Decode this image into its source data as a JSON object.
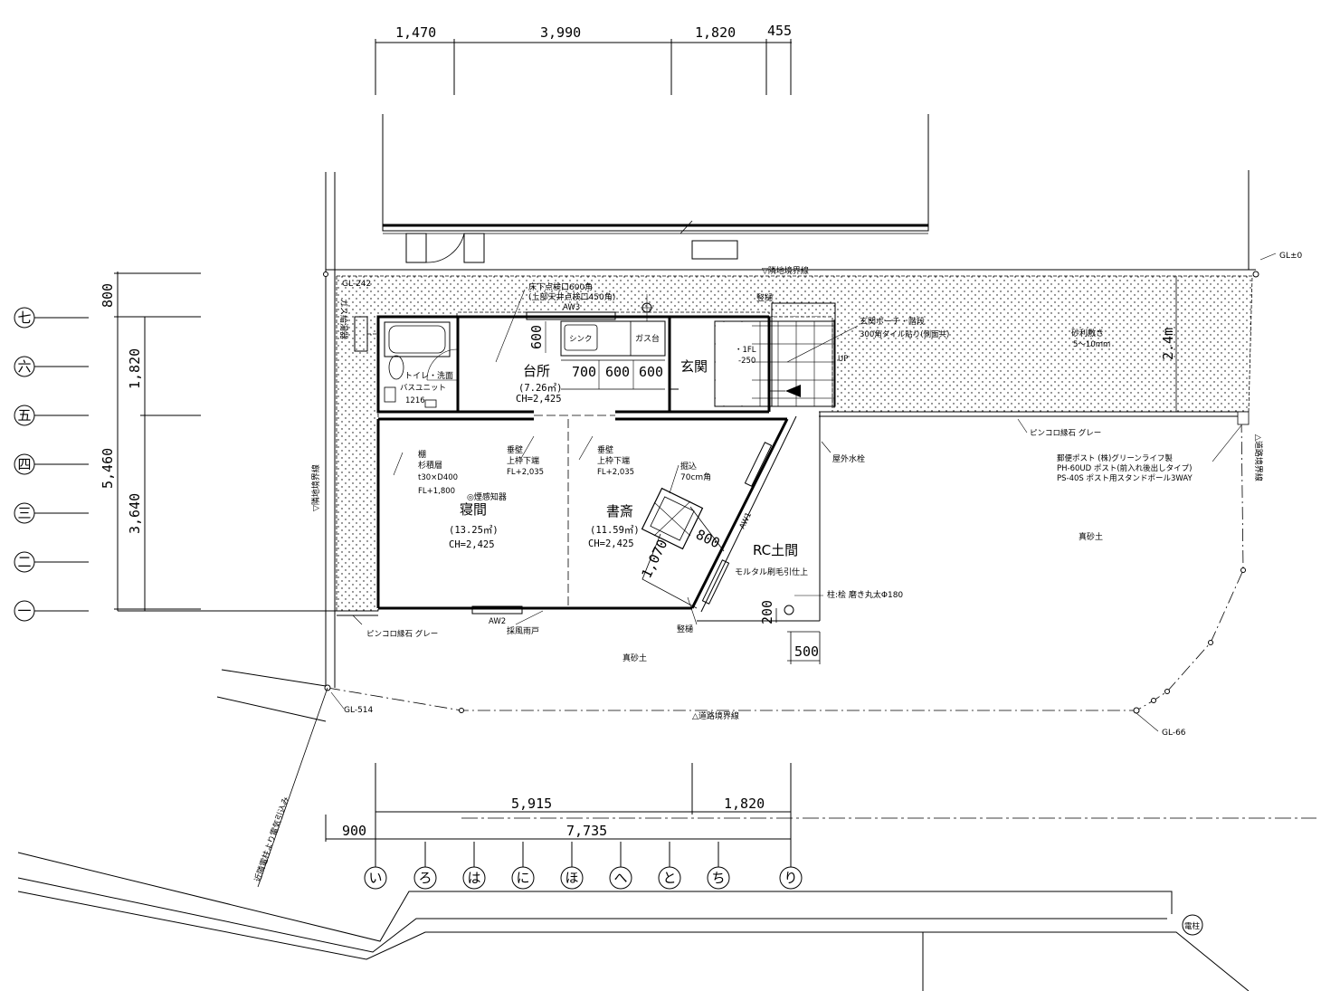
{
  "dimensions_top": [
    "1,470",
    "3,990",
    "1,820",
    "455"
  ],
  "dimensions_left_outer": "5,460",
  "dimensions_left_inner": [
    "800",
    "1,820",
    "3,640"
  ],
  "dimensions_bottom_upper": [
    "5,915",
    "1,820"
  ],
  "dimensions_bottom_lower": [
    "900",
    "7,735"
  ],
  "row_axes": [
    "七",
    "六",
    "五",
    "四",
    "三",
    "二",
    "一"
  ],
  "col_axes": [
    "い",
    "ろ",
    "は",
    "に",
    "ほ",
    "へ",
    "と",
    "ち",
    "り"
  ],
  "rooms": {
    "kitchen": {
      "name": "台所",
      "area": "(7.26㎡)",
      "ch": "CH=2,425"
    },
    "bedroom": {
      "name": "寝間",
      "area": "(13.25㎡)",
      "ch": "CH=2,425"
    },
    "study": {
      "name": "書斎",
      "area": "(11.59㎡)",
      "ch": "CH=2,425"
    },
    "entrance": {
      "name": "玄関"
    },
    "doma": {
      "name": "RC土間",
      "finish": "モルタル刷毛引仕上"
    }
  },
  "labels": {
    "gl_242": "GL-242",
    "gl_0": "GL±0",
    "gl_514": "GL-514",
    "gl_66": "GL-66",
    "neighbor_boundary_top": "▽隣地境界線",
    "neighbor_boundary_left": "▽隣地境界線",
    "road_boundary_bottom": "△道路境界線",
    "road_boundary_right": "△道路境界線",
    "water_heater": "ガス給湯器",
    "floor_hatch_1": "床下点検口600角",
    "floor_hatch_2": "(上部天井点検口450角)",
    "aw3": "AW3",
    "aw1": "AW1",
    "aw2": "AW2",
    "sink": "シンク",
    "gas_stove": "ガス台",
    "toilet_wash": "トイレ・洗面",
    "bath_unit": "バスユニット",
    "bath_size": "1216",
    "kitchen_600": "600",
    "kitchen_700": "700",
    "kitchen_600b": "600",
    "kitchen_600c": "600",
    "shelf_1": "棚",
    "shelf_2": "杉積層",
    "shelf_3": "t30×D400",
    "shelf_4": "FL+1,800",
    "smoke_detector": "◎煙感知器",
    "hang_wall_1_a": "垂壁",
    "hang_wall_1_b": "上枠下端",
    "hang_wall_1_c": "FL+2,035",
    "hang_wall_2_a": "垂壁",
    "hang_wall_2_b": "上枠下端",
    "hang_wall_2_c": "FL+2,035",
    "pit_1": "掘込",
    "pit_2": "70cm角",
    "pit_800": "800",
    "pit_1070": "1,070",
    "gutter_top": "竪樋",
    "gutter_bottom": "竪樋",
    "fl_1": "・1FL",
    "fl_2": "-250",
    "porch_1": "玄関ポーチ・階段",
    "porch_2": "300角タイル貼り(側面共)",
    "up": "UP",
    "gravel_1": "砂利敷き",
    "gravel_2": "5～10mm",
    "dim_24m": "2.4m",
    "pinkoro_right": "ピンコロ縁石 グレー",
    "pinkoro_left": "ピンコロ縁石 グレー",
    "faucet": "屋外水栓",
    "mailbox_1": "郵便ポスト (株)グリーンライフ製",
    "mailbox_2": "PH-60UD ポスト(前入れ後出しタイプ)",
    "mailbox_3": "PS-40S ポスト用スタンドポール3WAY",
    "soil_right": "真砂土",
    "soil_bottom": "真砂土",
    "column": "柱:桧 磨き丸太Φ180",
    "dim_200": "200",
    "dim_500": "500",
    "rain_door": "採風雨戸",
    "power_line": "近隣電柱より電気引込み",
    "utility_pole": "電柱"
  }
}
